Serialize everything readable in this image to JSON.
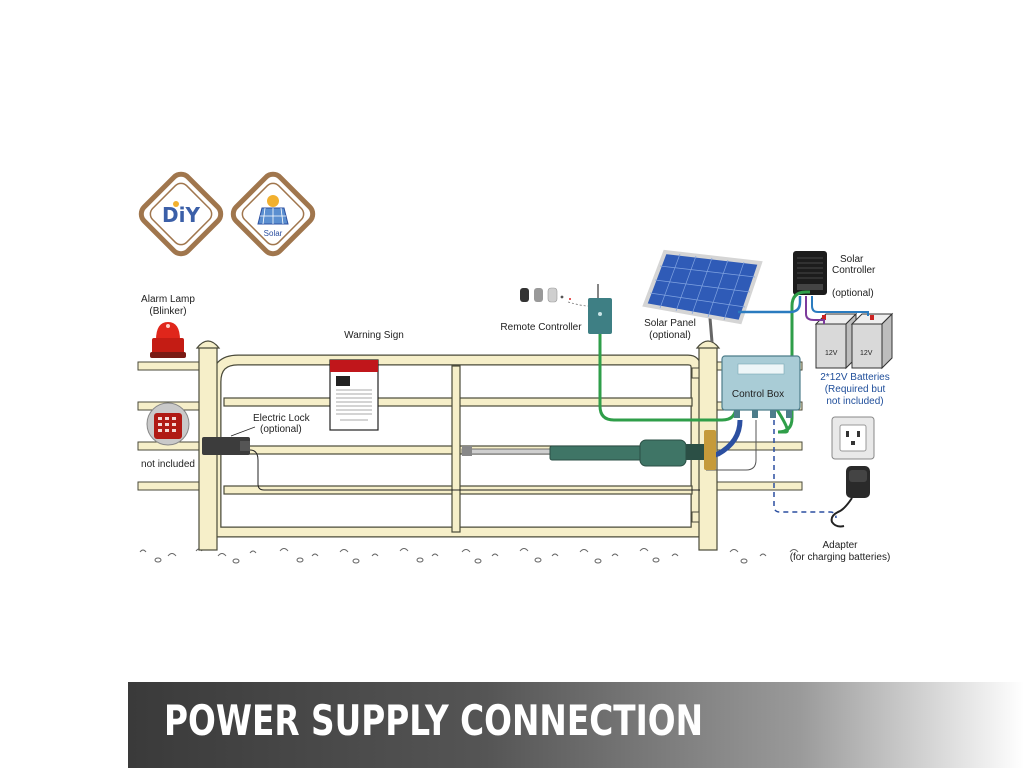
{
  "badges": {
    "diy": "DiY",
    "solar": "Solar"
  },
  "labels": {
    "alarm_lamp": "Alarm Lamp",
    "alarm_lamp_sub": "(Blinker)",
    "warning_sign": "Warning Sign",
    "remote_controller": "Remote Controller",
    "solar_panel": "Solar Panel",
    "solar_panel_sub": "(optional)",
    "solar_controller_1": "Solar",
    "solar_controller_2": "Controller",
    "solar_controller_sub": "(optional)",
    "electric_lock": "Electric Lock",
    "electric_lock_sub": "(optional)",
    "not_included": "not included",
    "control_box": "Control Box",
    "batteries": "2*12V Batteries",
    "batteries_sub1": "(Required but",
    "batteries_sub2": "not included)",
    "battery_label": "12V",
    "adapter": "Adapter",
    "adapter_sub": "(for charging batteries)"
  },
  "banner": {
    "title": "POWER SUPPLY CONNECTION"
  },
  "colors": {
    "badge_brown": "#a0764d",
    "fence": "#f6efc9",
    "fence_stroke": "#4a4a3a",
    "wire_green": "#2f9e49",
    "wire_blue": "#2a7bbf",
    "wire_dark_blue": "#2b4fa0",
    "opener_teal": "#3f7566",
    "control_box": "#a9ccd6",
    "battery": "#d9d9d9"
  }
}
